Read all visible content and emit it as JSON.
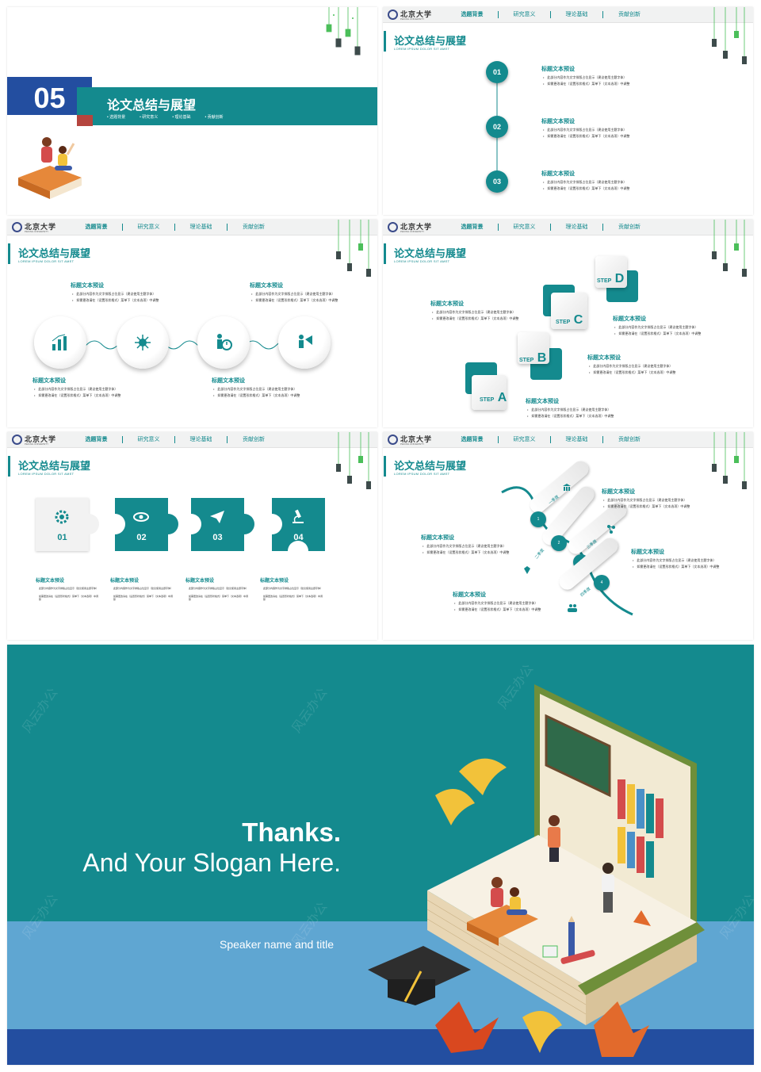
{
  "logo": {
    "name": "北京大学",
    "sub": "PEKING UNIVERSITY"
  },
  "nav": [
    "选题背景",
    "研究意义",
    "理论基础",
    "贡献创新"
  ],
  "section": {
    "number": "05",
    "title": "论文总结与展望",
    "items": [
      "选题背景",
      "研究意义",
      "理论基础",
      "贡献创新"
    ]
  },
  "slide_title": "论文总结与展望",
  "slide_subtitle": "LOREM IPSUM DOLOR SIT AMET",
  "block": {
    "title": "标题文本预设",
    "line1": "此部分内容作为文字排版占位显示（建议使用主题字体）",
    "line2": "如需更改请在（设置形状格式）菜单下（文本选项）中调整"
  },
  "numbers": [
    "01",
    "02",
    "03",
    "04"
  ],
  "steps": [
    {
      "word": "STEP",
      "letter": "A"
    },
    {
      "word": "STEP",
      "letter": "B"
    },
    {
      "word": "STEP",
      "letter": "C"
    },
    {
      "word": "STEP",
      "letter": "D"
    }
  ],
  "quarters": [
    "一季度",
    "二季度",
    "三季度",
    "四季度"
  ],
  "quarter_nums": [
    "1",
    "2",
    "3",
    "4"
  ],
  "closing": {
    "thanks": "Thanks.",
    "slogan": "And Your Slogan Here.",
    "speaker": "Speaker name and title",
    "watermark": "风云办公"
  },
  "colors": {
    "teal": "#148a8e",
    "blue": "#234ea0",
    "light_blue": "#5fa6d2",
    "red": "#b5453e"
  },
  "icons": [
    "bar-chart-icon",
    "network-icon",
    "clock-person-icon",
    "megaphone-person-icon",
    "gear-icon",
    "eye-icon",
    "paper-plane-icon",
    "microscope-icon",
    "bank-icon",
    "molecule-icon",
    "diamond-icon",
    "hand-icon"
  ]
}
